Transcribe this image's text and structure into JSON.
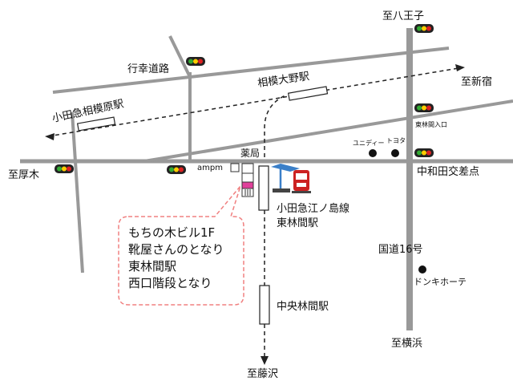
{
  "places": {
    "hachioji": "至八王子",
    "yokohama": "至横浜",
    "atsugi": "至厚木",
    "fujisawa": "至藤沢",
    "shinjuku": "至新宿",
    "gyoko_road": "行幸道路",
    "sagami_ono": "相模大野駅",
    "odakyu_sagamihara": "小田急相模原駅",
    "higashirinkan_entrance": "東林間入口",
    "yunidy": "ユニディー",
    "toyota": "トヨタ",
    "nakawada": "中和田交差点",
    "pharmacy": "薬局",
    "ampm": "ampm",
    "odakyu_enoshima_line": "小田急江ノ島線",
    "higashirinkan_station": "東林間駅",
    "route16": "国道16号",
    "donki": "ドンキホーテ",
    "chuorinkan": "中央林間駅"
  },
  "callout": {
    "line1": "もちの木ビル1F",
    "line2": "靴屋さんのとなり",
    "line3": "東林間駅",
    "line4": "西口階段となり"
  },
  "colors": {
    "road": "#999999",
    "callout_border": "#f08080",
    "sign_blue": "#3a7fc8",
    "train_red": "#cc2222",
    "shop_pink": "#e0409a",
    "signal_green": "#33aa33",
    "signal_yellow": "#ffcc00",
    "signal_red": "#dd2222"
  }
}
